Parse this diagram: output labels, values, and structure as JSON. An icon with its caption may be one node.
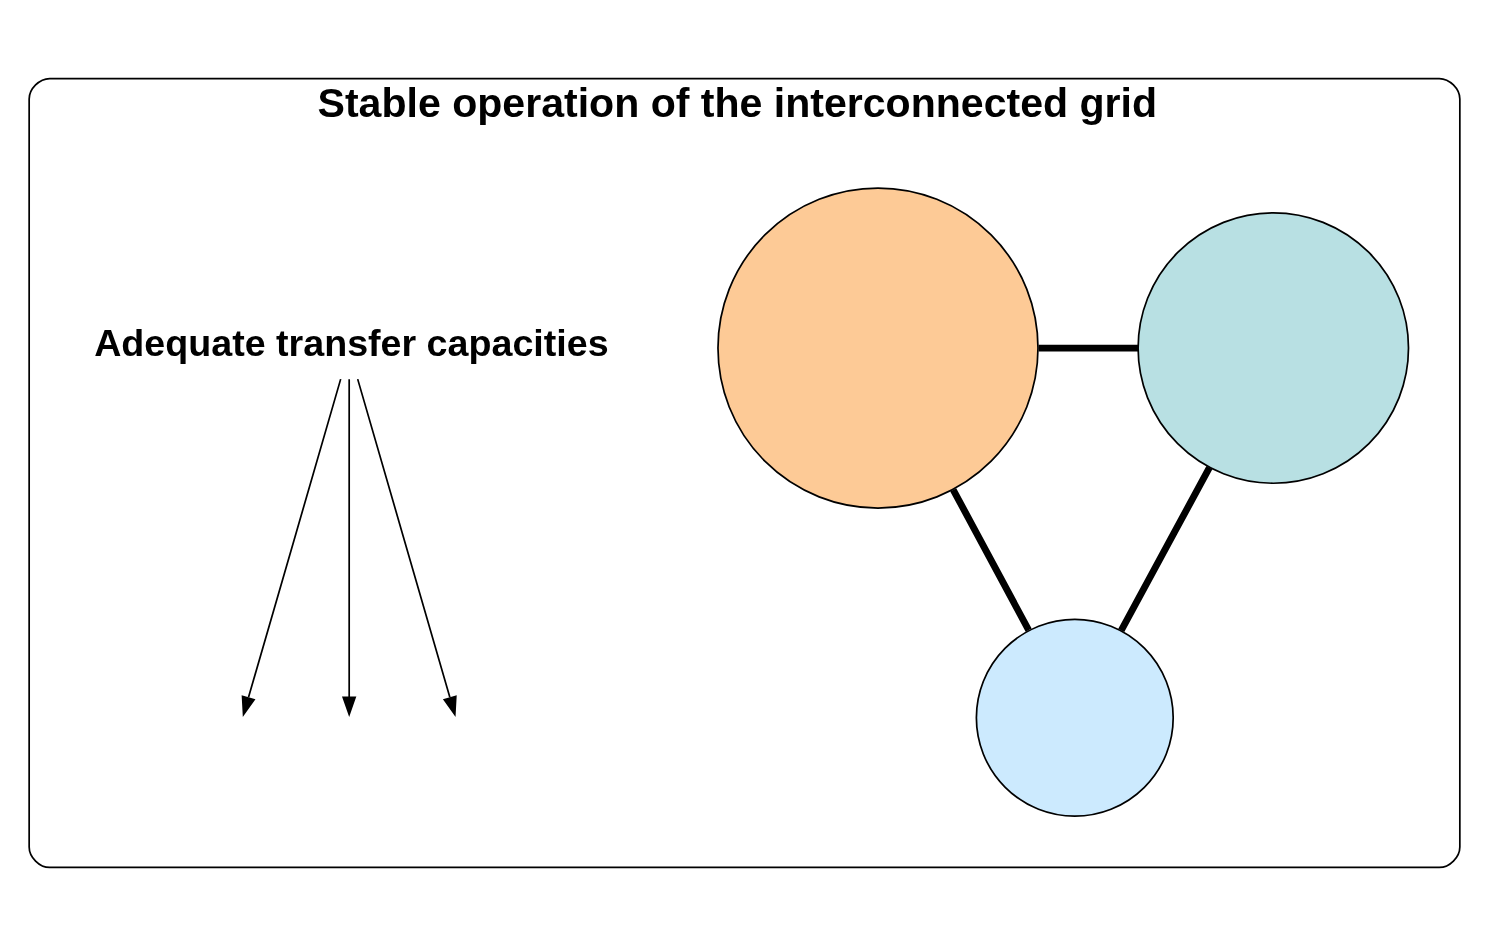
{
  "diagram": {
    "nodes": [
      {
        "text": [
          "Stable operation of the interconnected grid"
        ]
      },
      {
        "text": [],
        "shape": "circle",
        "in": 0
      },
      {
        "text": [],
        "shape": "circle",
        "in": 0
      },
      {
        "text": [],
        "shape": "circle",
        "in": 0
      },
      {
        "text": [
          "Adequate transfer capacities"
        ],
        "in": 0
      }
    ],
    "edges": [
      {
        "from": 1,
        "to": 2,
        "arrow": "none",
        "style": "thick"
      },
      {
        "from": 2,
        "to": 3,
        "arrow": "none",
        "style": "thick"
      },
      {
        "from": 1,
        "to": 3,
        "arrow": "none",
        "style": "thick"
      },
      {
        "from": 4,
        "to": null,
        "arrow": "to"
      },
      {
        "from": 4,
        "to": null,
        "arrow": "to"
      },
      {
        "from": 4,
        "to": null,
        "arrow": "to"
      }
    ]
  }
}
